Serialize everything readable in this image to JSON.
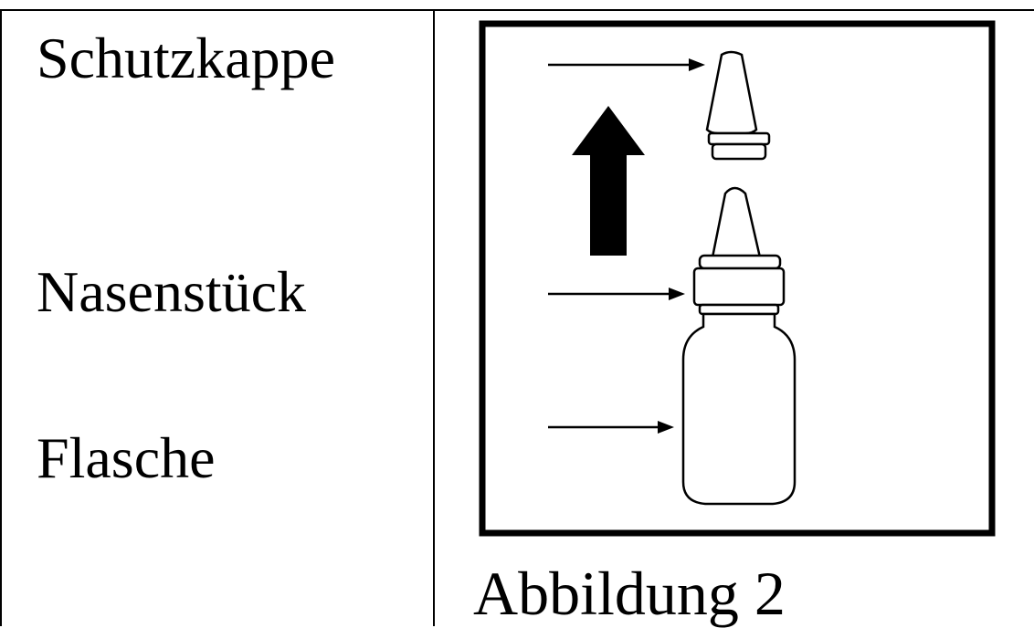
{
  "labels": {
    "cap": "Schutzkappe",
    "nosepiece": "Nasenstück",
    "bottle": "Flasche"
  },
  "caption": "Abbildung 2",
  "colors": {
    "ink": "#000000",
    "paper": "#ffffff"
  },
  "icons": [
    "arrow-up-icon",
    "pointer-arrow-icon",
    "cap-icon",
    "bottle-icon"
  ]
}
